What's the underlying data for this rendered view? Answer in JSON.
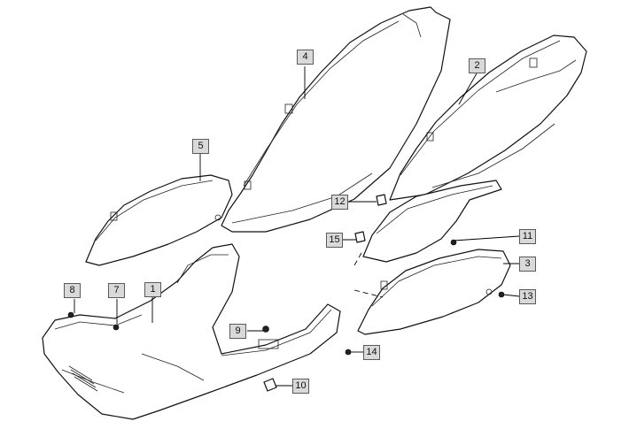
{
  "callouts": [
    {
      "id": "1",
      "label": "1"
    },
    {
      "id": "2",
      "label": "2"
    },
    {
      "id": "3",
      "label": "3"
    },
    {
      "id": "4",
      "label": "4"
    },
    {
      "id": "5",
      "label": "5"
    },
    {
      "id": "7",
      "label": "7"
    },
    {
      "id": "8",
      "label": "8"
    },
    {
      "id": "9",
      "label": "9"
    },
    {
      "id": "10",
      "label": "10"
    },
    {
      "id": "11",
      "label": "11"
    },
    {
      "id": "12",
      "label": "12"
    },
    {
      "id": "13",
      "label": "13"
    },
    {
      "id": "14",
      "label": "14"
    },
    {
      "id": "15",
      "label": "15"
    }
  ],
  "colors": {
    "callout_fill": "#d9d9d9",
    "callout_border": "#5a5a5a",
    "line": "#111111",
    "background": "#ffffff"
  }
}
